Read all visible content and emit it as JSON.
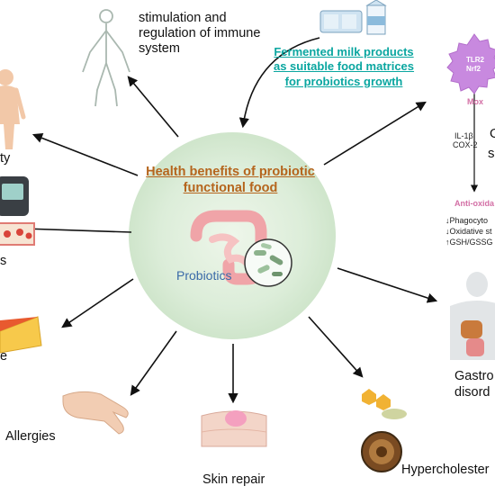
{
  "center": {
    "title": "Health benefits of probiotic functional food",
    "probiotics_label": "Probiotics"
  },
  "top": {
    "immune_label": "stimulation and regulation of immune system",
    "fermented_label": "Fermented milk products as suitable food matrices for probiotics growth"
  },
  "right_panel": {
    "tlr2": "TLR2",
    "nrf2": "Nrf2",
    "mox": "Mox",
    "il1b": "IL-1β",
    "cox2": "COX-2",
    "c_fragment": "O",
    "s_fragment": "s",
    "anti_oxidant": "Anti-oxida",
    "effect1": "↓Phagocyto",
    "effect2": "↓Oxidative st",
    "effect3": "↑GSH/GSSG"
  },
  "outer_labels": {
    "obesity": "ty",
    "diabetes": "s",
    "cheese": "e",
    "allergies": "Allergies",
    "skin_repair": "Skin repair",
    "hypercholesterolemia": "Hypercholester",
    "gastro_line1": "Gastro",
    "gastro_line2": "disord"
  },
  "colors": {
    "title": "#b5651d",
    "fermented": "#0aa6a0",
    "circle": "#dcedd9",
    "purple_cell": "#c889df",
    "pink_text": "#d36fa5"
  }
}
